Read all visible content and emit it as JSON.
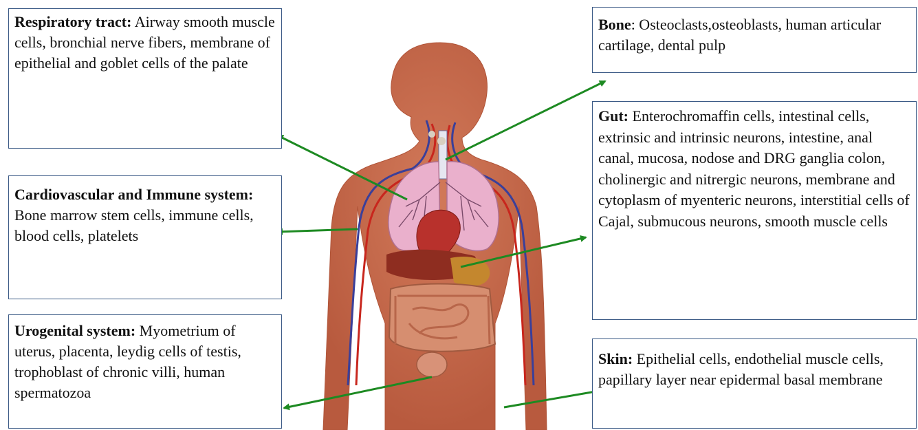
{
  "colors": {
    "skin": "#c8694a",
    "skin_dark": "#a9533a",
    "lung": "#eab0cc",
    "heart": "#b8312c",
    "liver": "#8e2d20",
    "intestine": "#d68e70",
    "artery": "#c8261d",
    "vein": "#3a3f9a",
    "arrow": "#1d8a22",
    "box_border": "#3b5a86"
  },
  "boxes": {
    "respiratory": {
      "title": "Respiratory tract:",
      "text": " Airway smooth muscle cells, bronchial nerve fibers, membrane of epithelial and goblet cells of the palate"
    },
    "cardio": {
      "title": "Cardiovascular and Immune system:",
      "text": " Bone marrow stem cells, immune cells, blood cells, platelets"
    },
    "urogenital": {
      "title": "Urogenital system:",
      "text": " Myometrium of uterus, placenta, leydig cells of testis, trophoblast of chronic villi, human spermatozoa"
    },
    "bone": {
      "title": "Bone",
      "text": ": Osteoclasts,osteoblasts, human articular cartilage, dental pulp"
    },
    "gut": {
      "title": "Gut:",
      "text": " Enterochromaffin cells, intestinal cells, extrinsic and intrinsic neurons, intestine, anal canal, mucosa, nodose and DRG ganglia colon, cholinergic and nitrergic neurons, membrane and cytoplasm of myenteric neurons, interstitial cells of Cajal, submucous neurons, smooth muscle cells"
    },
    "skin": {
      "title": "Skin:",
      "text": " Epithelial cells, endothelial muscle cells, papillary layer near epidermal basal membrane"
    }
  }
}
